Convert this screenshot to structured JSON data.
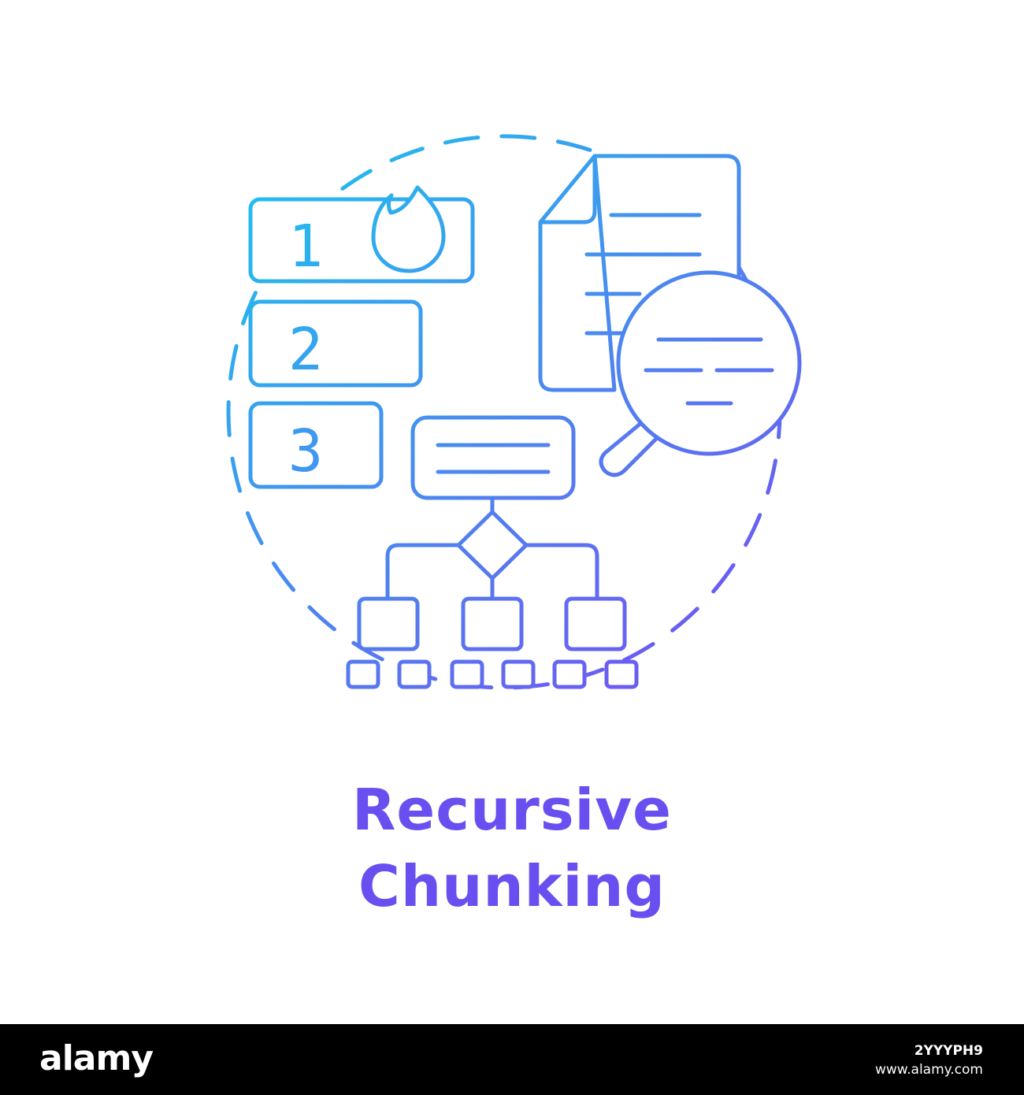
{
  "colors": {
    "gradient_start": "#1ec3ec",
    "gradient_end": "#7550f3",
    "title_color": "#6a4ff0",
    "footer_bg": "#000000",
    "footer_text": "#ffffff"
  },
  "list": {
    "items": [
      "1",
      "2",
      "3"
    ]
  },
  "icons": {
    "fire": "fire-icon",
    "document": "document-icon",
    "magnifier": "magnifier-icon",
    "flowchart": "flowchart-icon",
    "dashed_ring": "dashed-circle"
  },
  "title": {
    "line1": "Recursive",
    "line2": "Chunking"
  },
  "footer": {
    "logo": "alamy",
    "image_id": "2YYYPH9",
    "url": "www.alamy.com"
  }
}
